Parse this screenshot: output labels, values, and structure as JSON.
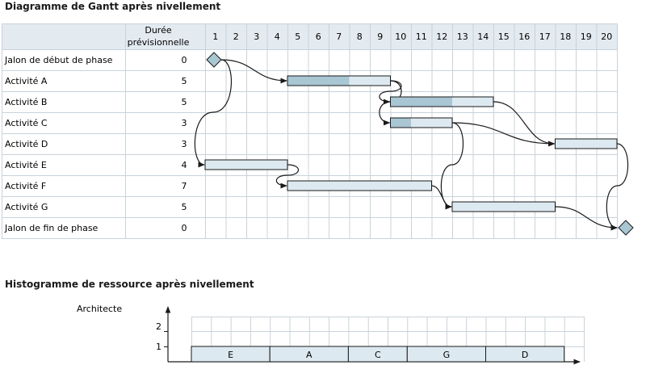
{
  "gantt": {
    "title": "Diagramme de Gantt après nivellement",
    "duration_header": [
      "Durée",
      "prévisionnelle"
    ],
    "days": [
      1,
      2,
      3,
      4,
      5,
      6,
      7,
      8,
      9,
      10,
      11,
      12,
      13,
      14,
      15,
      16,
      17,
      18,
      19,
      20
    ],
    "tasks": [
      {
        "name": "Jalon de début de phase",
        "duration": "0",
        "type": "milestone",
        "at": 0
      },
      {
        "name": "Activité A",
        "duration": "5",
        "type": "bar",
        "start": 4,
        "end": 9,
        "dark_end": 7
      },
      {
        "name": "Activité B",
        "duration": "5",
        "type": "bar",
        "start": 9,
        "end": 14,
        "dark_end": 12
      },
      {
        "name": "Activité C",
        "duration": "3",
        "type": "bar",
        "start": 9,
        "end": 12,
        "dark_end": 10
      },
      {
        "name": "Activité D",
        "duration": "3",
        "type": "bar",
        "start": 17,
        "end": 20,
        "dark_end": 17
      },
      {
        "name": "Activité E",
        "duration": "4",
        "type": "bar",
        "start": 0,
        "end": 4,
        "dark_end": 0
      },
      {
        "name": "Activité F",
        "duration": "7",
        "type": "bar",
        "start": 4,
        "end": 11,
        "dark_end": 4
      },
      {
        "name": "Activité G",
        "duration": "5",
        "type": "bar",
        "start": 12,
        "end": 17,
        "dark_end": 12
      },
      {
        "name": "Jalon de fin de phase",
        "duration": "0",
        "type": "milestone",
        "at": 20
      }
    ],
    "links": [
      {
        "from": "Jalon de début de phase",
        "to": "Activité A"
      },
      {
        "from": "Jalon de début de phase",
        "to": "Activité E"
      },
      {
        "from": "Activité A",
        "to": "Activité B"
      },
      {
        "from": "Activité A",
        "to": "Activité C"
      },
      {
        "from": "Activité B",
        "to": "Activité D"
      },
      {
        "from": "Activité C",
        "to": "Activité D"
      },
      {
        "from": "Activité C",
        "to": "Activité G"
      },
      {
        "from": "Activité E",
        "to": "Activité F"
      },
      {
        "from": "Activité F",
        "to": "Activité G"
      },
      {
        "from": "Activité D",
        "to": "Jalon de fin de phase"
      },
      {
        "from": "Activité G",
        "to": "Jalon de fin de phase"
      }
    ]
  },
  "histogram": {
    "title": "Histogramme de ressource après nivellement",
    "resource": "Architecte",
    "y_ticks": [
      "1",
      "2"
    ],
    "segments": [
      {
        "label": "E",
        "start": 0,
        "end": 4
      },
      {
        "label": "A",
        "start": 4,
        "end": 8
      },
      {
        "label": "C",
        "start": 8,
        "end": 11
      },
      {
        "label": "G",
        "start": 11,
        "end": 15
      },
      {
        "label": "D",
        "start": 15,
        "end": 19
      }
    ]
  },
  "colors": {
    "header_bg": "#e3eaf0",
    "grid": "#c9d3da",
    "bar_fill": "#dde9f0",
    "bar_dark": "#a9c6d3",
    "milestone": "#a9c6d3",
    "stroke": "#1a1a1a"
  }
}
